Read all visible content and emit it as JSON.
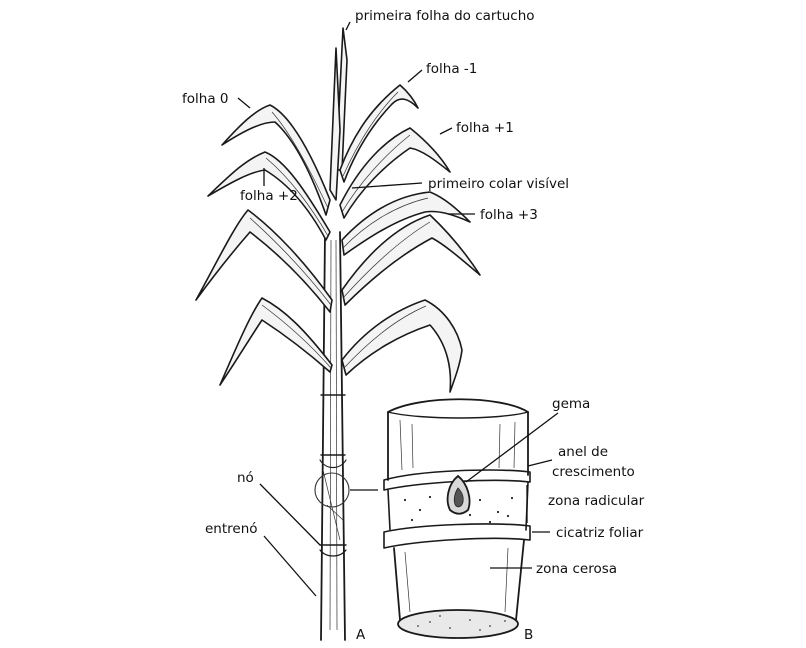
{
  "labels": {
    "primeira_folha": "primeira folha do cartucho",
    "folha_m1": "folha -1",
    "folha_0": "folha 0",
    "folha_p1": "folha +1",
    "folha_p2": "folha +2",
    "primeiro_colar": "primeiro colar visível",
    "folha_p3": "folha +3",
    "gema": "gema",
    "anel_1": "anel de",
    "anel_2": "crescimento",
    "zona_radicular": "zona radicular",
    "cicatriz": "cicatriz foliar",
    "zona_cerosa": "zona cerosa",
    "no": "nó",
    "entreno": "entrenó",
    "fig_a": "A",
    "fig_b": "B"
  }
}
